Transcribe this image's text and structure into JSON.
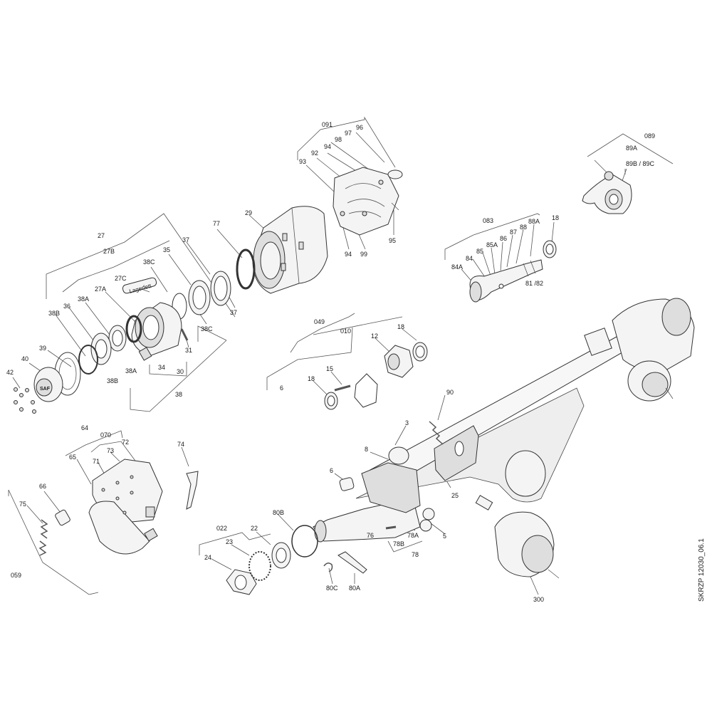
{
  "labels": [
    {
      "t": "091"
    },
    {
      "t": "96"
    },
    {
      "t": "97"
    },
    {
      "t": "98"
    },
    {
      "t": "94"
    },
    {
      "t": "92"
    },
    {
      "t": "93"
    },
    {
      "t": "95"
    },
    {
      "t": "94"
    },
    {
      "t": "99"
    },
    {
      "t": "29"
    },
    {
      "t": "77"
    },
    {
      "t": "37"
    },
    {
      "t": "35"
    },
    {
      "t": "38C"
    },
    {
      "t": "27C"
    },
    {
      "t": "27A"
    },
    {
      "t": "38A"
    },
    {
      "t": "36"
    },
    {
      "t": "38B"
    },
    {
      "t": "39"
    },
    {
      "t": "40"
    },
    {
      "t": "42"
    },
    {
      "t": "38B"
    },
    {
      "t": "38A"
    },
    {
      "t": "34"
    },
    {
      "t": "30"
    },
    {
      "t": "31"
    },
    {
      "t": "38C"
    },
    {
      "t": "37"
    },
    {
      "t": "38"
    },
    {
      "t": "27"
    },
    {
      "t": "27B"
    },
    {
      "t": "089"
    },
    {
      "t": "89A"
    },
    {
      "t": "89B / 89C"
    },
    {
      "t": "083"
    },
    {
      "t": "88A"
    },
    {
      "t": "88"
    },
    {
      "t": "87"
    },
    {
      "t": "86"
    },
    {
      "t": "85A"
    },
    {
      "t": "85"
    },
    {
      "t": "84"
    },
    {
      "t": "84A"
    },
    {
      "t": "81 /82"
    },
    {
      "t": "18"
    },
    {
      "t": "049"
    },
    {
      "t": "010"
    },
    {
      "t": "12"
    },
    {
      "t": "18"
    },
    {
      "t": "15"
    },
    {
      "t": "18"
    },
    {
      "t": "6"
    },
    {
      "t": "90"
    },
    {
      "t": "3"
    },
    {
      "t": "8"
    },
    {
      "t": "6"
    },
    {
      "t": "25"
    },
    {
      "t": "64"
    },
    {
      "t": "070"
    },
    {
      "t": "73"
    },
    {
      "t": "72"
    },
    {
      "t": "71"
    },
    {
      "t": "65"
    },
    {
      "t": "74"
    },
    {
      "t": "66"
    },
    {
      "t": "75"
    },
    {
      "t": "059"
    },
    {
      "t": "022"
    },
    {
      "t": "22"
    },
    {
      "t": "23"
    },
    {
      "t": "24"
    },
    {
      "t": "80B"
    },
    {
      "t": "80C"
    },
    {
      "t": "80A"
    },
    {
      "t": "76"
    },
    {
      "t": "78A"
    },
    {
      "t": "78B"
    },
    {
      "t": "78"
    },
    {
      "t": "5"
    },
    {
      "t": "300"
    }
  ],
  "stamp": "Lagerfett",
  "hub_logo": "SAF",
  "drawing_code": "SKRZP 12030_06.1"
}
